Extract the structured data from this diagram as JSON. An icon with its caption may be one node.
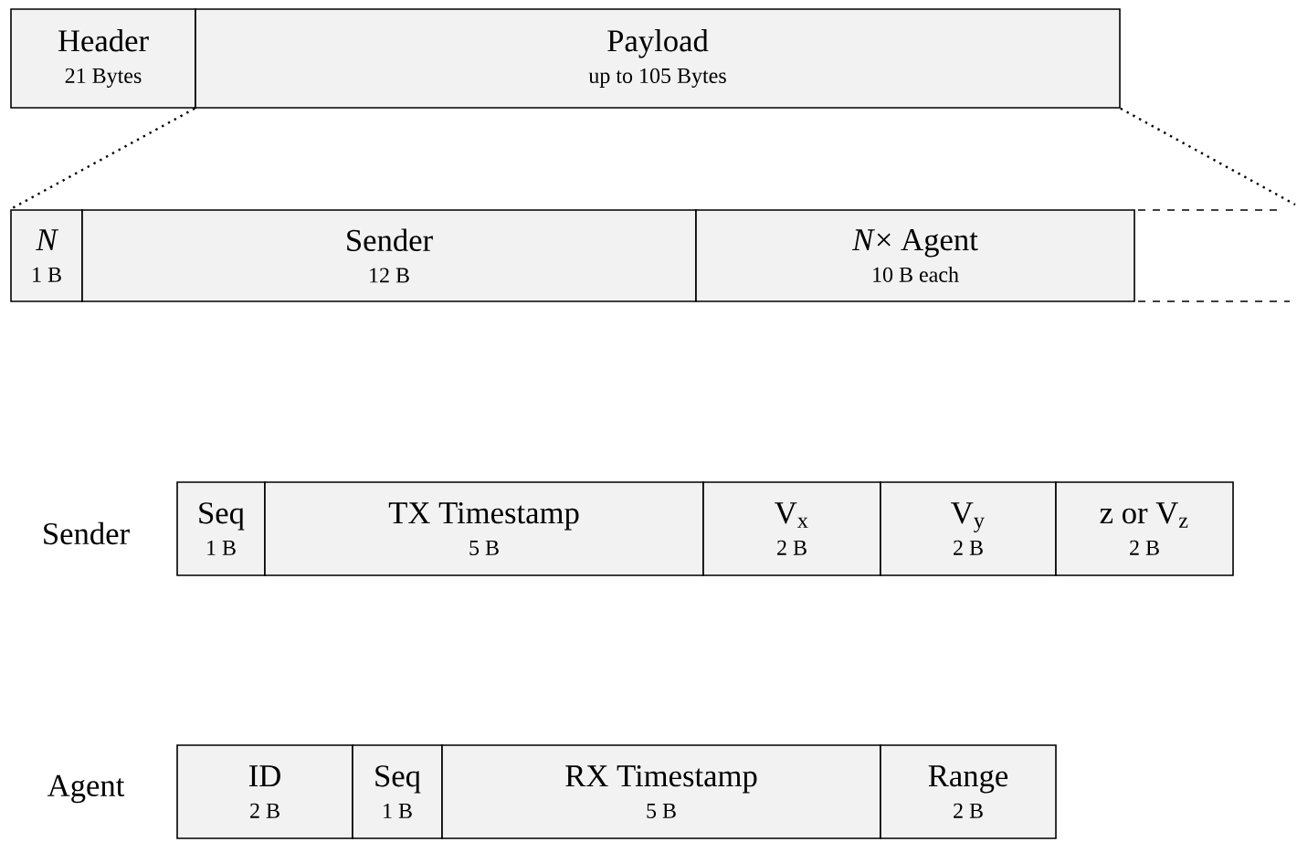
{
  "diagram": {
    "nodes": [
      {
        "text": [
          "Header",
          "21 Bytes"
        ]
      },
      {
        "text": [
          "Payload",
          "up to 105 Bytes"
        ]
      },
      {
        "text": [
          "N",
          "1 B"
        ]
      },
      {
        "text": [
          "Sender",
          "12 B"
        ]
      },
      {
        "text": [
          "*N*× Agent",
          "10 B each"
        ]
      },
      {
        "text": [
          "Seq",
          "1 B"
        ]
      },
      {
        "text": [
          "TX Timestamp",
          "5 B"
        ]
      },
      {
        "text": [
          "V$_{x}$",
          "2 B"
        ]
      },
      {
        "text": [
          "V$_{y}$",
          "2 B"
        ]
      },
      {
        "text": [
          "z or V$_{z}$",
          "2 B"
        ]
      },
      {
        "text": [
          "ID",
          "2 B"
        ]
      },
      {
        "text": [
          "Seq",
          "1 B"
        ]
      },
      {
        "text": [
          "RX Timestamp",
          "5 B"
        ]
      },
      {
        "text": [
          "Range",
          "2 B"
        ]
      }
    ],
    "edges": [
      {
        "from": 1,
        "to": 2,
        "arrow": "none",
        "style": "dashed"
      },
      {
        "from": 1,
        "to": null,
        "arrow": "none",
        "style": "dashed"
      }
    ],
    "labels": [
      "Sender",
      "Agent"
    ]
  }
}
